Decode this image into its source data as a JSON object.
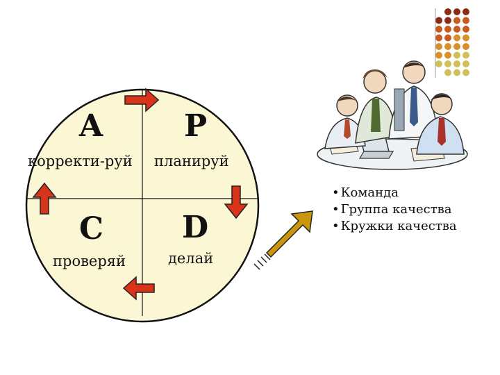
{
  "quadrants": {
    "a": {
      "letter": "A",
      "word": "корректи-руй"
    },
    "p": {
      "letter": "P",
      "word": "планируй"
    },
    "c": {
      "letter": "C",
      "word": "проверяй"
    },
    "d": {
      "letter": "D",
      "word": "делай"
    }
  },
  "bullet_list": [
    "Команда",
    "Группа качества",
    "Кружки качества"
  ],
  "colors": {
    "circle_fill": "#fbf6d4",
    "red_arrow": "#d9331a",
    "gold_arrow": "#c9960c",
    "dots": [
      "#8b2c12",
      "#c85a1e",
      "#d98f2a",
      "#d0c05a"
    ]
  },
  "illustration": {
    "icon": "business-team-meeting-clipart"
  }
}
